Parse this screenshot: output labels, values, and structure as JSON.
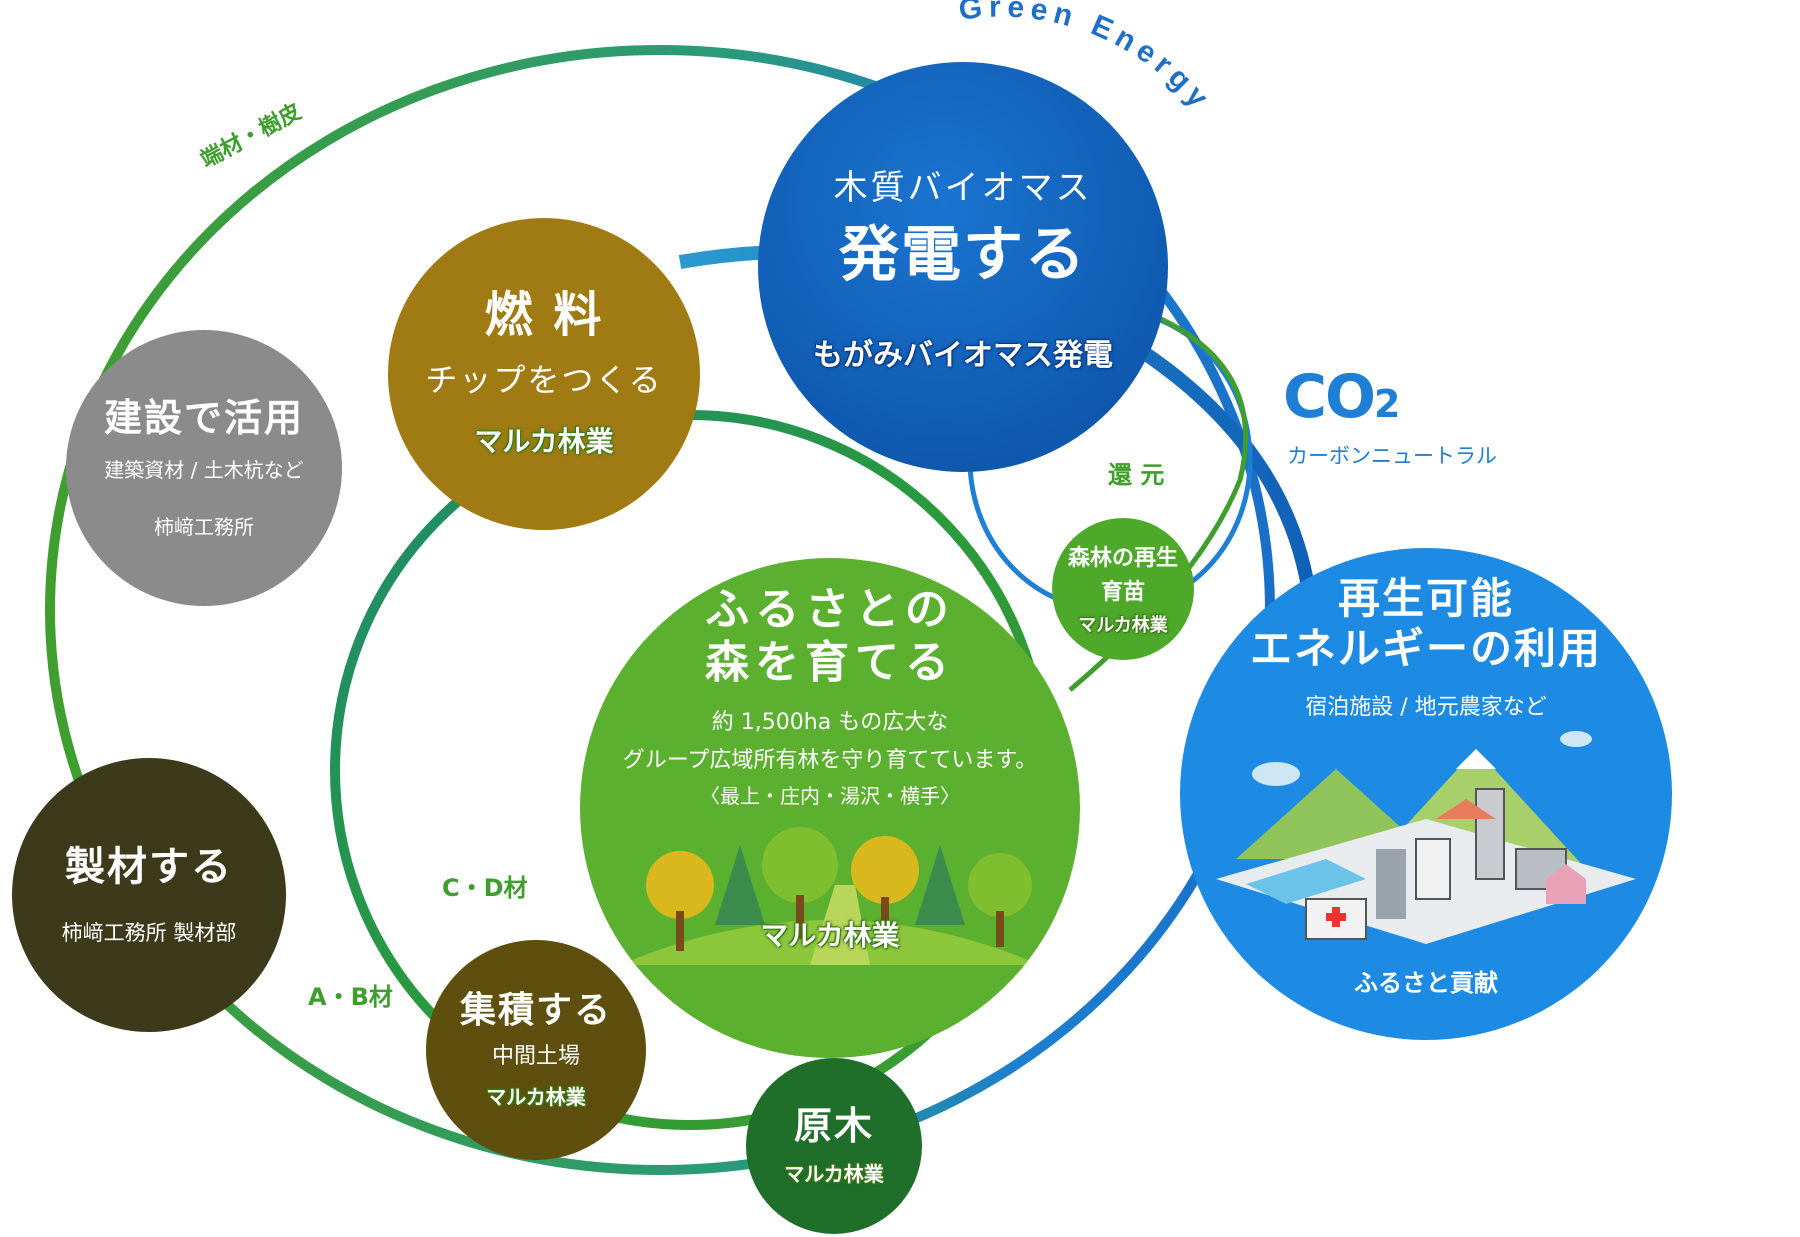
{
  "header": {
    "green_energy": "Green Energy"
  },
  "flow_labels": {
    "offcuts_bark": "端材・樹皮",
    "cd_grade": "C・D材",
    "ab_grade": "A・B材",
    "return": "還 元"
  },
  "co2": {
    "symbol": "CO",
    "subscript": "2",
    "caption": "カーボンニュートラル"
  },
  "nodes": {
    "biomass": {
      "line1": "木質バイオマス",
      "title": "発電する",
      "company": "もがみバイオマス発電"
    },
    "fuel": {
      "title": "燃 料",
      "subtitle": "チップをつくる",
      "company": "マルカ林業"
    },
    "construction": {
      "title": "建設で活用",
      "subtitle": "建築資材 / 土木杭など",
      "company": "柿﨑工務所"
    },
    "sawmill": {
      "title": "製材する",
      "company": "柿﨑工務所 製材部"
    },
    "collection": {
      "title": "集積する",
      "subtitle": "中間土場",
      "company": "マルカ林業"
    },
    "logs": {
      "title": "原木",
      "company": "マルカ林業"
    },
    "forest": {
      "title_line1": "ふるさとの",
      "title_line2": "森を育てる",
      "desc1": "約 1,500ha もの広大な",
      "desc2": "グループ広域所有林を守り育てています。",
      "desc3": "〈最上・庄内・湯沢・横手〉",
      "company": "マルカ林業"
    },
    "regeneration": {
      "line1": "森林の再生",
      "line2": "育苗",
      "company": "マルカ林業"
    },
    "renewable": {
      "title_line1": "再生可能",
      "title_line2": "エネルギーの利用",
      "subtitle": "宿泊施設 / 地元農家など",
      "footer": "ふるさと貢献"
    }
  },
  "colors": {
    "green": "#3f9e2d",
    "blue": "#1f7fd4",
    "dark_blue": "#0f5aae",
    "teal": "#1f8f8a",
    "olive": "#a07b13",
    "gray": "#8b8b8b",
    "dark_brown": "#3d3a1c",
    "collection_brown": "#5f4f0e",
    "dark_green": "#1f6e2a",
    "forest_green": "#5bb02f",
    "regen_green": "#4ea92b",
    "renewable_blue": "#1d8ae3"
  }
}
